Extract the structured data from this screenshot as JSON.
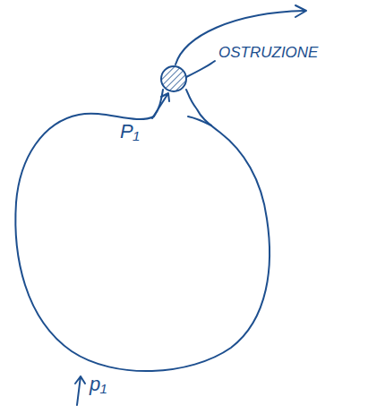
{
  "diagram": {
    "labels": [
      "OSTRUZIONE",
      "P₁",
      "p₁"
    ]
  }
}
